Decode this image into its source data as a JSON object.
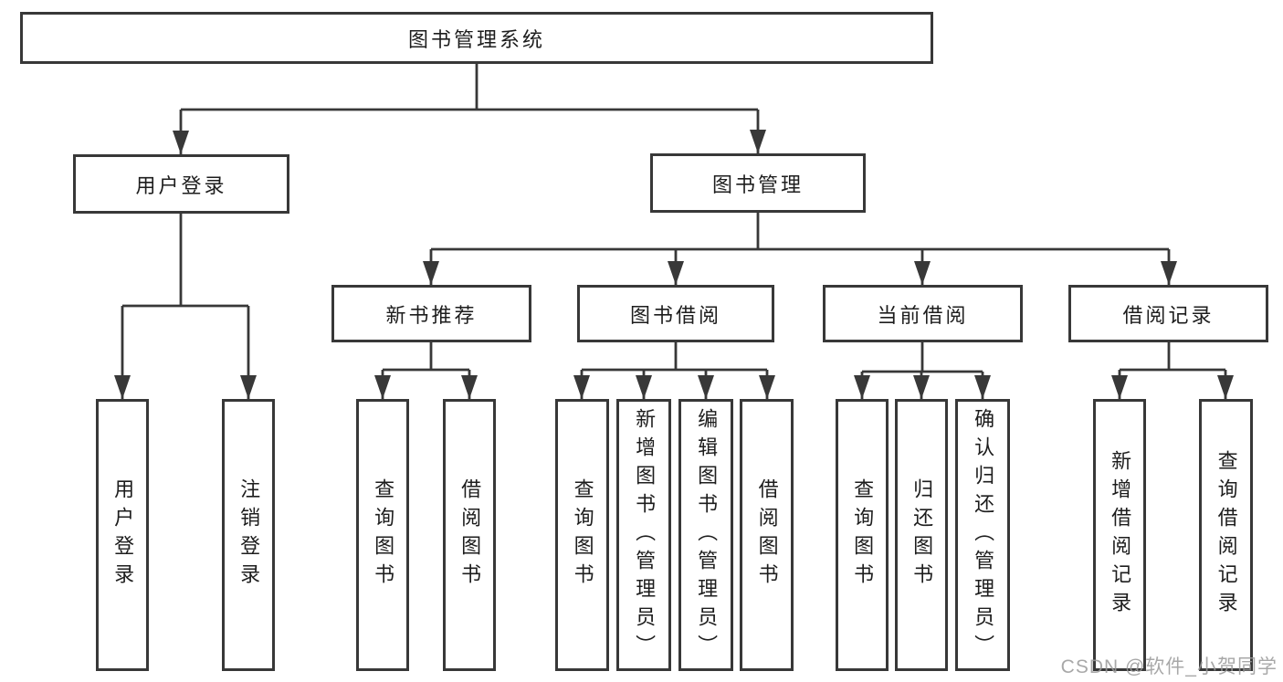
{
  "diagram": {
    "root": {
      "label": "图书管理系统"
    },
    "user_login": {
      "label": "用户登录",
      "leaves": [
        "用户登录",
        "注销登录"
      ]
    },
    "book_management": {
      "label": "图书管理",
      "sections": [
        {
          "label": "新书推荐",
          "leaves": [
            "查询图书",
            "借阅图书"
          ]
        },
        {
          "label": "图书借阅",
          "leaves": [
            "查询图书",
            "新增图书（管理员）",
            "编辑图书（管理员）",
            "借阅图书"
          ]
        },
        {
          "label": "当前借阅",
          "leaves": [
            "查询图书",
            "归还图书",
            "确认归还（管理员）"
          ]
        },
        {
          "label": "借阅记录",
          "leaves": [
            "新增借阅记录",
            "查询借阅记录"
          ]
        }
      ]
    }
  },
  "watermark": {
    "text": "CSDN @软件_小贺同学"
  },
  "colors": {
    "line": "#383838",
    "text": "#1d1d1d",
    "watermark": "#9a9a9a",
    "background": "#ffffff"
  }
}
